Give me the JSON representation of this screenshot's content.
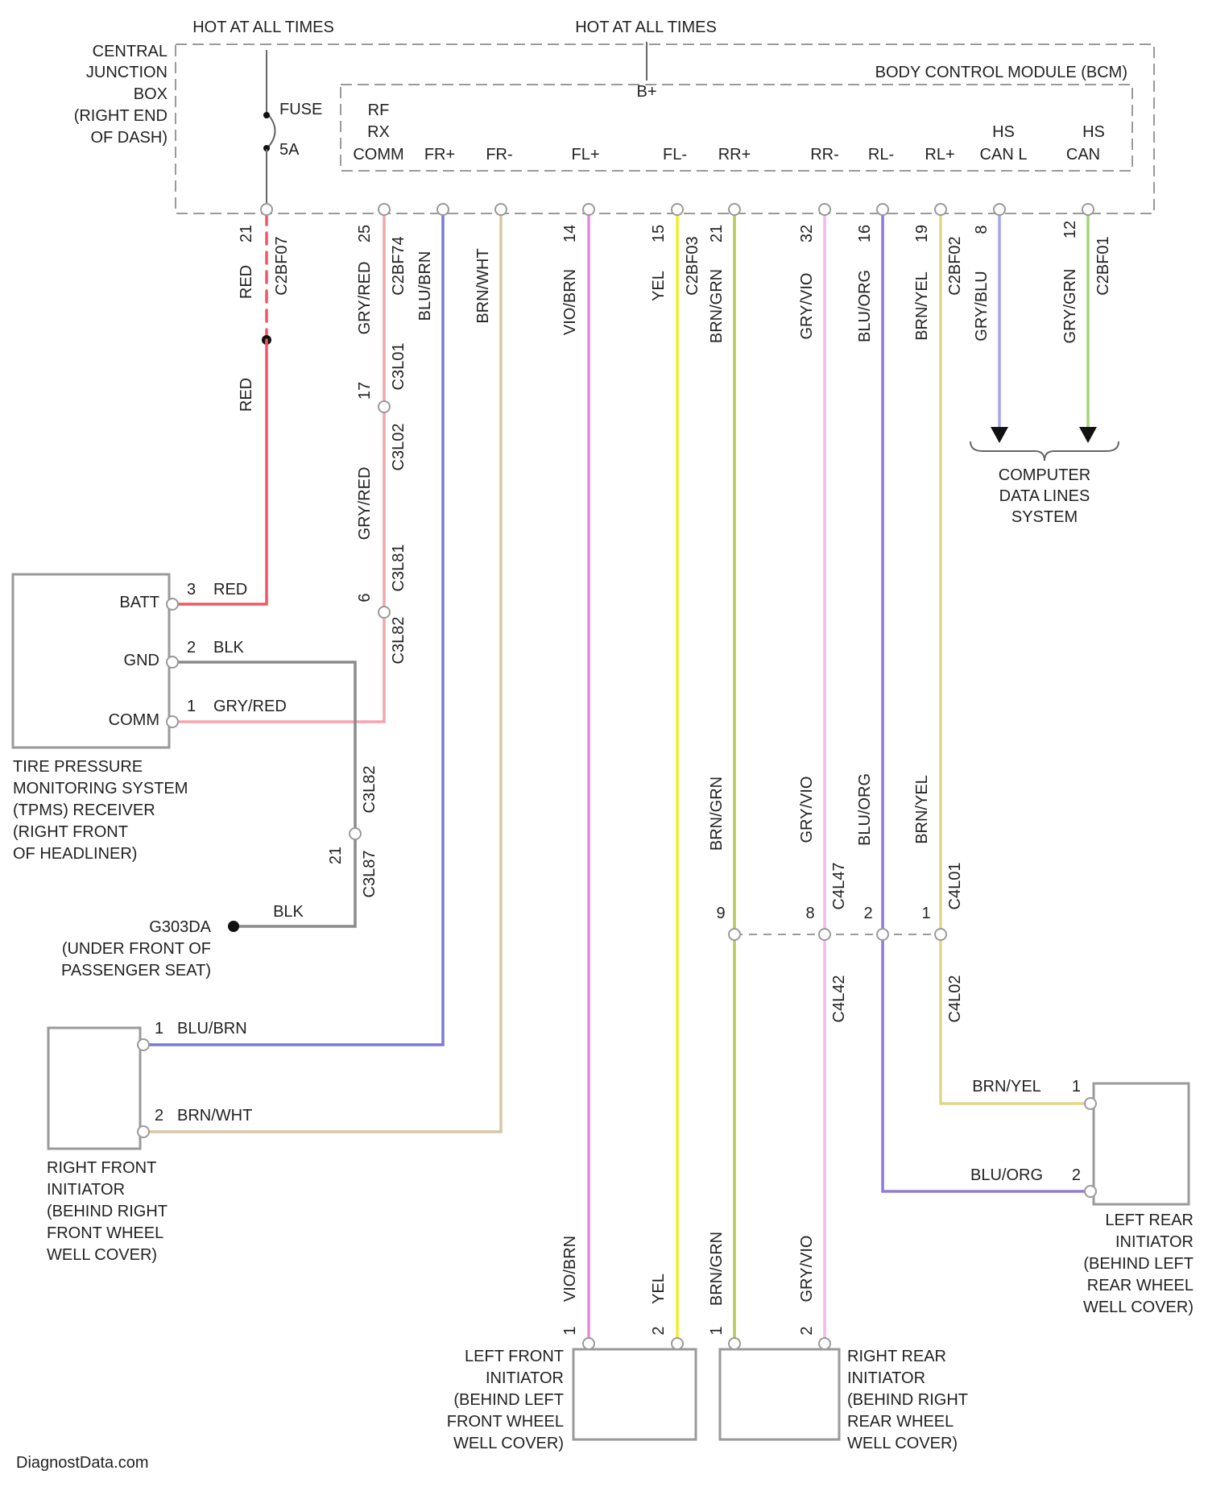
{
  "colors": {
    "red": "#f25566",
    "pink": "#f7a3ae",
    "blue_brn": "#7a78d6",
    "brn_wht": "#d6c7a4",
    "vio_brn": "#e38ae0",
    "yel": "#f0ef2a",
    "brn_grn": "#b4c95e",
    "gry_vio": "#f3b8ef",
    "blu_org": "#8e7ad8",
    "brn_yel": "#e2d58a",
    "gry_blu": "#a9a6e8",
    "gry_grn": "#a6d37a",
    "blk": "#8a8a8a"
  },
  "top": {
    "hot1": "HOT AT ALL TIMES",
    "hot2": "HOT AT ALL TIMES",
    "cjb": [
      "CENTRAL",
      "JUNCTION",
      "BOX",
      "(RIGHT END",
      "OF DASH)"
    ],
    "fuse": "FUSE",
    "fuse_amp": "5A",
    "bcm": "BODY CONTROL MODULE (BCM)",
    "b_plus": "B+",
    "rf": "RF",
    "rx": "RX",
    "pins": [
      "COMM",
      "FR+",
      "FR-",
      "FL+",
      "FL-",
      "RR+",
      "RR-",
      "RL-",
      "RL+",
      "HS CAN L",
      "HS CAN"
    ],
    "pin_hs": "HS",
    "pin_can_l": "CAN L",
    "pin_can": "CAN"
  },
  "wires": {
    "w1_num": "21",
    "w1_color": "RED",
    "w1_conn": "C2BF07",
    "w1_red": "RED",
    "w2_num": "25",
    "w2_color": "GRY/RED",
    "w2_conn": "C2BF74",
    "w2_conn_a": "C3L01",
    "w2_conn_b": "C3L02",
    "w2_pin17": "17",
    "w2_color2": "GRY/RED",
    "w2_conn_c": "C3L81",
    "w2_conn_d": "C3L82",
    "w2_pin6": "6",
    "w3_color": "BLU/BRN",
    "w4_color": "BRN/WHT",
    "w5_num": "14",
    "w5_color": "VIO/BRN",
    "w6_num": "15",
    "w6_color": "YEL",
    "w6_conn": "C2BF03",
    "w7_num": "21",
    "w7_color": "BRN/GRN",
    "w8_num": "32",
    "w8_color": "GRY/VIO",
    "w9_num": "16",
    "w9_color": "BLU/ORG",
    "w10_num": "19",
    "w10_color": "BRN/YEL",
    "w10_conn": "C2BF02",
    "w11_num": "8",
    "w11_color": "GRY/BLU",
    "w12_num": "12",
    "w12_color": "GRY/GRN",
    "w12_conn": "C2BF01"
  },
  "data_lines": [
    "COMPUTER",
    "DATA LINES",
    "SYSTEM"
  ],
  "tpms": {
    "batt": "BATT",
    "gnd": "GND",
    "comm": "COMM",
    "p3": "3",
    "p3_color": "RED",
    "p2": "2",
    "p2_color": "BLK",
    "p1": "1",
    "p1_color": "GRY/RED",
    "label": [
      "TIRE PRESSURE",
      "MONITORING SYSTEM",
      "(TPMS) RECEIVER",
      "(RIGHT FRONT",
      "OF HEADLINER)"
    ]
  },
  "ground": {
    "conn_a": "C3L82",
    "conn_b": "C3L87",
    "pin": "21",
    "wire_color": "BLK",
    "label": [
      "G303DA",
      "(UNDER FRONT OF",
      "PASSENGER SEAT)"
    ]
  },
  "rf_init": {
    "p1": "1",
    "p1_color": "BLU/BRN",
    "p2": "2",
    "p2_color": "BRN/WHT",
    "label": [
      "RIGHT FRONT",
      "INITIATOR",
      "(BEHIND RIGHT",
      "FRONT WHEEL",
      "WELL COVER)"
    ]
  },
  "mid": {
    "c1": "BRN/GRN",
    "c2": "GRY/VIO",
    "c3": "BLU/ORG",
    "c4": "BRN/YEL",
    "n1": "9",
    "n2": "8",
    "n3": "2",
    "n4": "1",
    "conn_a1": "C4L47",
    "conn_a2": "C4L42",
    "conn_b1": "C4L01",
    "conn_b2": "C4L02"
  },
  "lr_init": {
    "p1": "1",
    "p1_color": "BRN/YEL",
    "p2": "2",
    "p2_color": "BLU/ORG",
    "label": [
      "LEFT REAR",
      "INITIATOR",
      "(BEHIND LEFT",
      "REAR WHEEL",
      "WELL COVER)"
    ]
  },
  "lf_init": {
    "c1": "VIO/BRN",
    "c2": "YEL",
    "p1": "1",
    "p2": "2",
    "label": [
      "LEFT FRONT",
      "INITIATOR",
      "(BEHIND LEFT",
      "FRONT WHEEL",
      "WELL COVER)"
    ]
  },
  "rr_init": {
    "c1": "BRN/GRN",
    "c2": "GRY/VIO",
    "p1": "1",
    "p2": "2",
    "label": [
      "RIGHT REAR",
      "INITIATOR",
      "(BEHIND RIGHT",
      "REAR WHEEL",
      "WELL COVER)"
    ]
  },
  "watermark": "DiagnostData.com"
}
